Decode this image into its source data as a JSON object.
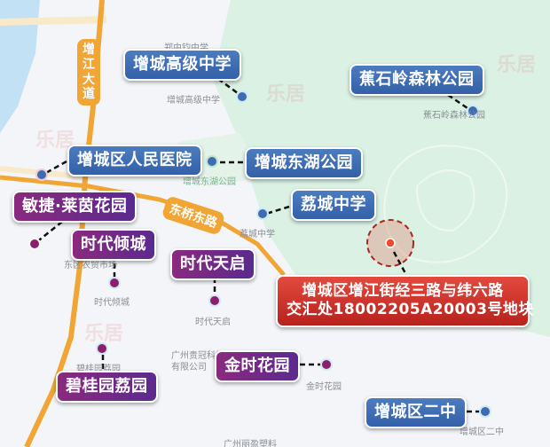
{
  "roads": {
    "zengjiang": "增江大道",
    "dongqiao": "东桥东路"
  },
  "watermark": "乐居",
  "target": {
    "label": "增城区增江街经三路与纬六路\n交汇处18002205A20003号地块",
    "line1": "增城区增江街经三路与纬六路",
    "line2": "交汇处18002205A20003号地块",
    "color": "#c9241f"
  },
  "blue_labels": [
    {
      "name": "增城高级中学",
      "poi": "增城高级中学"
    },
    {
      "name": "蕉石岭森林公园",
      "poi": "蕉石岭森林公园"
    },
    {
      "name": "增城区人民医院",
      "poi": ""
    },
    {
      "name": "增城东湖公园",
      "poi": "增城东湖公园"
    },
    {
      "name": "荔城中学",
      "poi": "荔城中学"
    },
    {
      "name": "增城区二中",
      "poi": "增城区二中"
    }
  ],
  "purple_labels": [
    {
      "name": "敏捷·莱茵花园",
      "poi": ""
    },
    {
      "name": "时代倾城",
      "poi": "时代倾城"
    },
    {
      "name": "时代天启",
      "poi": "时代天启"
    },
    {
      "name": "碧桂园荔园",
      "poi": "碧桂园荔园"
    },
    {
      "name": "金时花园",
      "poi": "金时花园"
    }
  ],
  "other_pois": [
    "郑中钧中学",
    "东区农贸市场",
    "广州贵冠科技\n有限公司",
    "广州丽盈塑料"
  ],
  "other_poi_lines": {
    "guiguan1": "广州贵冠科技",
    "guiguan2": "有限公司",
    "liying": "广州丽盈塑料",
    "zhengzhongjun": "郑中钧中学",
    "market": "东区农贸市场"
  },
  "colors": {
    "blue": "#3d6cb3",
    "purple": "#7a2682",
    "red": "#c9241f",
    "road": "#f0a535",
    "park": "#d9f0e3",
    "water": "#bfe0f5"
  }
}
